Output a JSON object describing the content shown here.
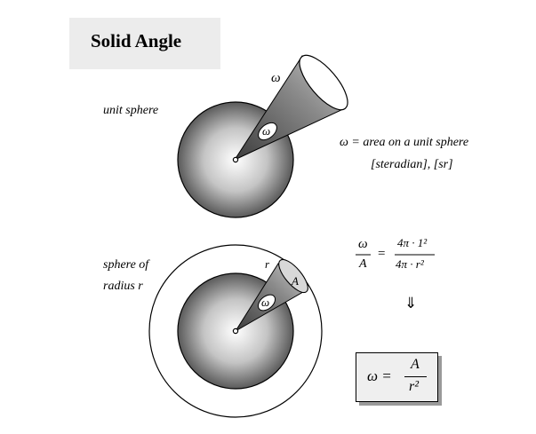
{
  "title": "Solid Angle",
  "top_diagram": {
    "label": "unit sphere",
    "omega_top": "ω",
    "omega_patch": "ω",
    "definition": "ω = area on a unit sphere",
    "units": "[steradian], [sr]"
  },
  "bottom_diagram": {
    "label_line1": "sphere of",
    "label_line2": "radius r",
    "r_label": "r",
    "A_label": "A",
    "omega_patch": "ω"
  },
  "ratio_equation": {
    "lhs_num": "ω",
    "lhs_den": "A",
    "equals": "=",
    "rhs_num": "4π · 1²",
    "rhs_den": "4π · r²"
  },
  "implies_symbol": "⇓",
  "result": {
    "lhs": "ω =",
    "num": "A",
    "den": "r²"
  },
  "colors": {
    "title_bg": "#ececec",
    "sphere_dark": "#5a5a5a",
    "sphere_light": "#ffffff",
    "cone_dark": "#555555",
    "cone_light": "#bdbdbd",
    "result_shadow": "#9a9a9a"
  }
}
